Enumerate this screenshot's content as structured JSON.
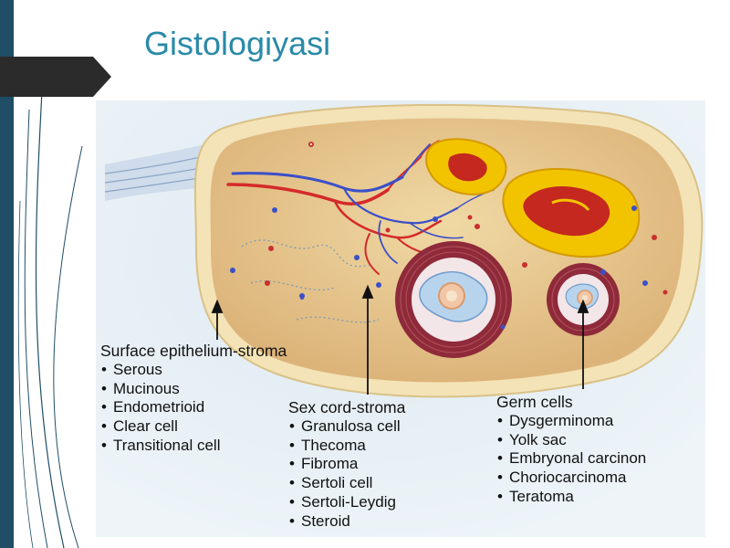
{
  "slide": {
    "title": "Gistologiyasi"
  },
  "diagram": {
    "groups": [
      {
        "id": "surface",
        "heading": "Surface epithelium-stroma",
        "items": [
          "Serous",
          "Mucinous",
          "Endometrioid",
          "Clear cell",
          "Transitional cell"
        ]
      },
      {
        "id": "sexcord",
        "heading": "Sex cord-stroma",
        "items": [
          "Granulosa cell",
          "Thecoma",
          "Fibroma",
          "Sertoli cell",
          "Sertoli-Leydig",
          "Steroid"
        ]
      },
      {
        "id": "germ",
        "heading": "Germ cells",
        "items": [
          "Dysgerminoma",
          "Yolk sac",
          "Embryonal carcinon",
          "Choriocarcinoma",
          "Teratoma"
        ]
      }
    ],
    "colors": {
      "stroma": "#e8c98e",
      "capsule": "#f2e2b4",
      "artery": "#d42a2a",
      "vein": "#3a4fc8",
      "corpus_luteum": "#f2c400",
      "follicle_wall": "#8e2a3a",
      "background_panel": "#e8f1f6"
    }
  }
}
